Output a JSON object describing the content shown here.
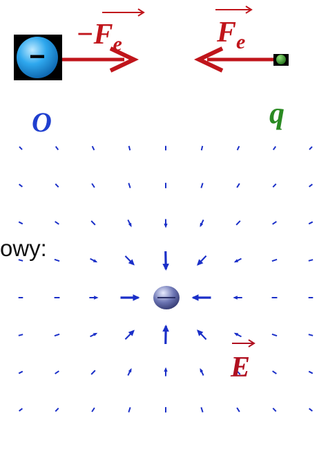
{
  "top_scene": {
    "neg_force_label": "−F",
    "neg_force_subscript": "e",
    "force_label": "F",
    "force_subscript": "e",
    "source_charge_sign": "−",
    "source_label": "O",
    "test_charge_label": "q"
  },
  "body_text_fragment": "owy:",
  "field_diagram": {
    "field_label": "E",
    "columns": 9,
    "rows": 8,
    "arrow_direction": "toward central charge"
  },
  "colors": {
    "force_arrow": "#c0151b",
    "field_arrow": "#1a2fc8",
    "source_label": "#1f3fcf",
    "test_label": "#2a8a22",
    "field_label": "#b01020"
  }
}
